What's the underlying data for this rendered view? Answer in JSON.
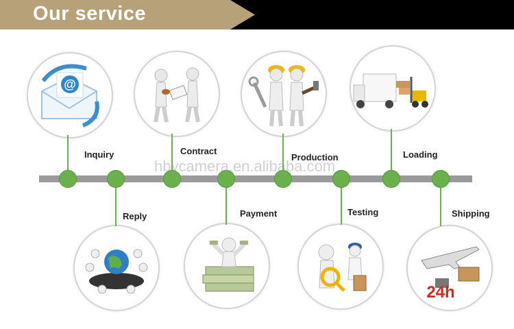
{
  "header": {
    "title": "Our service"
  },
  "watermark": "hbycamera.en.alibaba.com",
  "steps": {
    "inquiry": "Inquiry",
    "reply": "Reply",
    "contract": "Contract",
    "payment": "Payment",
    "production": "Production",
    "testing": "Testing",
    "loading": "Loading",
    "shipping": "Shipping"
  },
  "illustrations": {
    "inquiry": "email-envelope-icon",
    "reply": "team-globe-icon",
    "contract": "handshake-figures-icon",
    "payment": "money-stack-figure-icon",
    "production": "workers-tools-icon",
    "testing": "magnifier-inspection-icon",
    "loading": "truck-forklift-icon",
    "shipping": "airplane-24h-icon"
  },
  "colors": {
    "accent": "#6ab04c",
    "header_bg": "#000000",
    "title_bg": "#b7a178",
    "timeline": "#9a9a9a"
  }
}
